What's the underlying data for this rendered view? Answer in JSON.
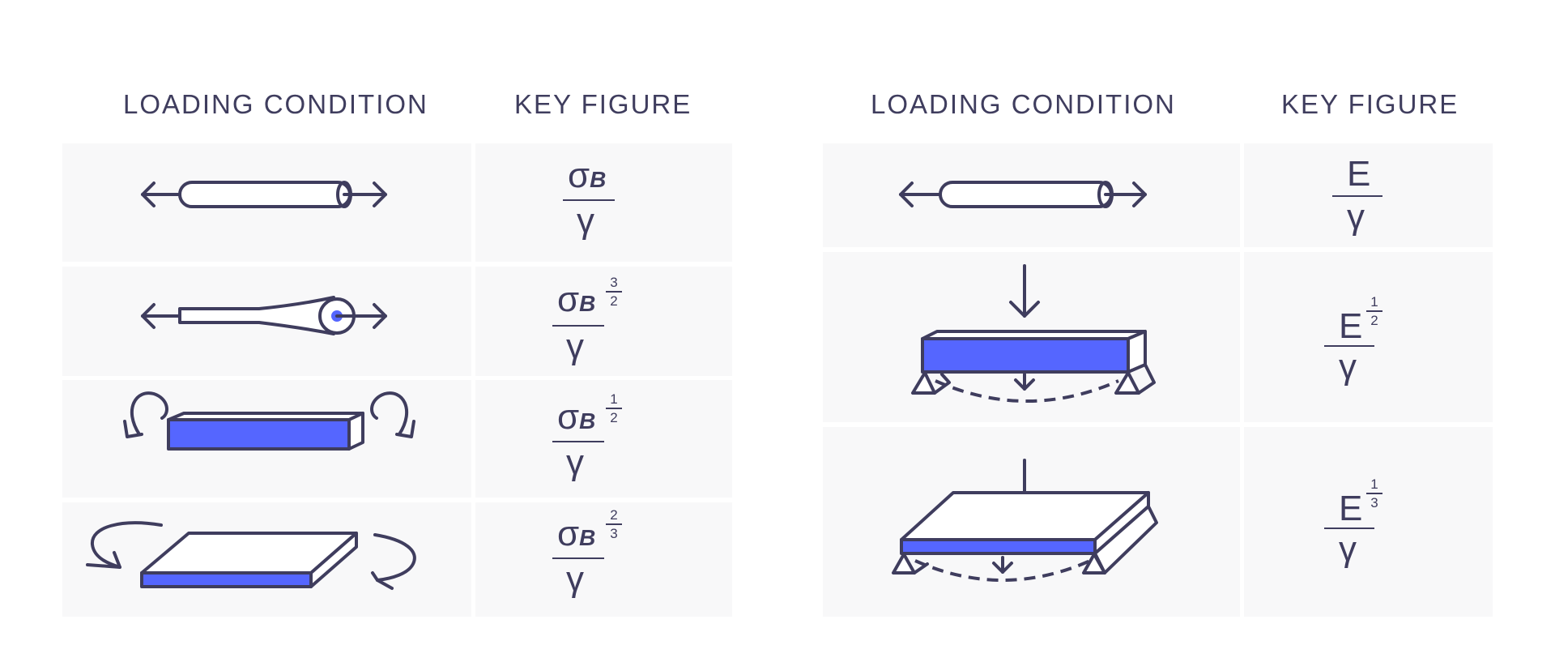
{
  "left_table": {
    "header_condition": "LOADING CONDITION",
    "header_key": "KEY FIGURE",
    "rows": [
      {
        "condition": "tension-rod",
        "numerator": "σ",
        "subscript": "B",
        "exponent": null,
        "denominator": "γ"
      },
      {
        "condition": "tapered-tie",
        "numerator": "σ",
        "subscript": "B",
        "exponent": {
          "num": "3",
          "den": "2"
        },
        "denominator": "γ"
      },
      {
        "condition": "beam-bending",
        "numerator": "σ",
        "subscript": "B",
        "exponent": {
          "num": "1",
          "den": "2"
        },
        "denominator": "γ"
      },
      {
        "condition": "plate-bending",
        "numerator": "σ",
        "subscript": "B",
        "exponent": {
          "num": "2",
          "den": "3"
        },
        "denominator": "γ"
      }
    ]
  },
  "right_table": {
    "header_condition": "LOADING CONDITION",
    "header_key": "KEY FIGURE",
    "rows": [
      {
        "condition": "tension-rod",
        "numerator": "E",
        "exponent": null,
        "denominator": "γ"
      },
      {
        "condition": "supported-beam",
        "numerator": "E",
        "exponent": {
          "num": "1",
          "den": "2"
        },
        "denominator": "γ"
      },
      {
        "condition": "supported-plate",
        "numerator": "E",
        "exponent": {
          "num": "1",
          "den": "3"
        },
        "denominator": "γ"
      }
    ]
  },
  "colors": {
    "ink": "#3f3d5e",
    "accent": "#5566ff",
    "cell": "#f8f8f9"
  }
}
